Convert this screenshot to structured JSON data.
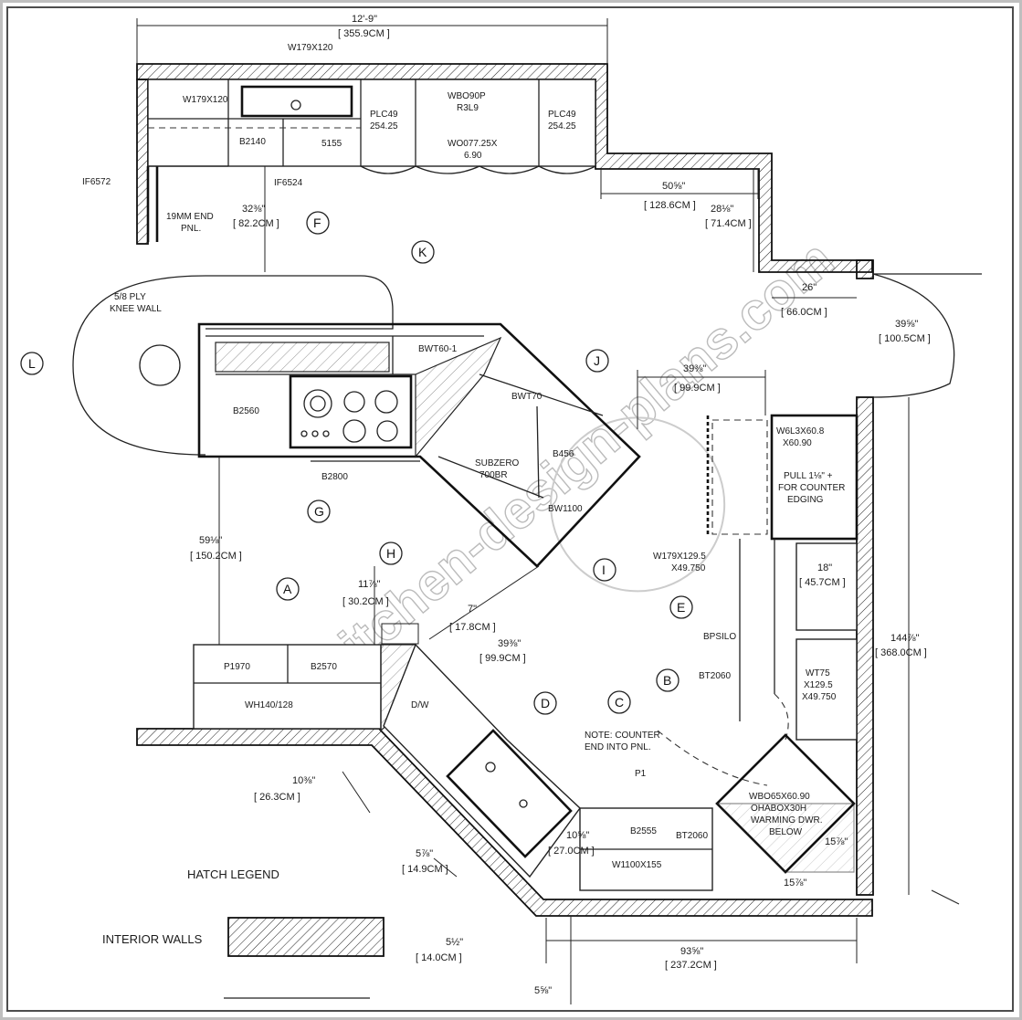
{
  "colors": {
    "line": "#222222",
    "border": "#4d4d4d",
    "watermark": "#bbbbbb"
  },
  "dimensions": {
    "top_total": "12'-9\"",
    "top_total_cm": "[ 355.9CM ]",
    "right_jog": "50⅝\"",
    "right_jog_cm": "[ 128.6CM ]",
    "right_depth": "28⅛\"",
    "right_depth_cm": "[ 71.4CM ]",
    "corner_26": "26\"",
    "corner_26_cm": "[ 66.0CM ]",
    "door_39": "39⅝\"",
    "door_39_cm": "[ 100.5CM ]",
    "left_aisle": "32⅜\"",
    "left_aisle_cm": "[ 82.2CM ]",
    "aisle_39": "39⅜\"",
    "aisle_39_cm": "[ 99.9CM ]",
    "island_width": "59⅛\"",
    "island_width_cm": "[ 150.2CM ]",
    "gap_11": "11⅞\"",
    "gap_11_cm": "[ 30.2CM ]",
    "seven": "7\"",
    "seven_cm": "[ 17.8CM ]",
    "diag_39": "39⅜\"",
    "diag_39_cm": "[ 99.9CM ]",
    "right_18": "18\"",
    "right_18_cm": "[ 45.7CM ]",
    "right_total": "144⅞\"",
    "right_total_cm": "[ 368.0CM ]",
    "bottom_10": "10⅜\"",
    "bottom_10_cm": "[ 26.3CM ]",
    "bottom_5": "5⅞\"",
    "bottom_5_cm": "[ 14.9CM ]",
    "small_10": "10⅝\"",
    "small_10_cm": "[ 27.0CM ]",
    "bottom_total": "93⅝\"",
    "bottom_total_cm": "[ 237.2CM ]",
    "five_half": "5½\"",
    "five_half_cm": "[ 14.0CM ]",
    "corner_15a": "15⅞\"",
    "corner_15b": "15⅞\"",
    "tiny": "5⅝\""
  },
  "cabinets": {
    "w_top": "W179X120",
    "w_top_2": "W179X120",
    "sink_base": "5155",
    "b2140": "B2140",
    "plc49_left": "PLC49\n254.25",
    "plc49_right": "PLC49\n254.25",
    "wbo": "WBO90P\nR3L9",
    "wo": "WO077.25X\n6.90",
    "filler_left": "IF6572",
    "filler_mid": "IF6524",
    "end_panel": "19MM END\nPNL.",
    "knee_wall": "5/8 PLY\nKNEE WALL",
    "bwt60": "BWT60-1",
    "b2560": "B2560",
    "bwt70": "BWT70",
    "subzero": "SUBZERO\n700BR",
    "b456": "B456",
    "bw1100": "BW1100",
    "b2800": "B2800",
    "wtall": "W6L3X60.8\nX60.90",
    "pull": "PULL 1⅛\" +\nFOR COUNTER\nEDGING",
    "w179b": "W179X129.5\nX49.750",
    "bpsilo": "BPSILO",
    "bt2060": "BT2060",
    "wt75": "WT75\nX129.5\nX49.750",
    "p1970": "P1970",
    "b2570": "B2570",
    "wh": "WH140/128",
    "dw": "D/W",
    "note": "NOTE: COUNTER\nEND INTO PNL.",
    "corner": "WBO65X60.90\nOHABOX30H\nWARMING DWR.\nBELOW",
    "b2555": "B2555",
    "bt2060b": "BT2060",
    "w1100": "W1100X155",
    "p1": "P1"
  },
  "tags": [
    "A",
    "B",
    "C",
    "D",
    "E",
    "F",
    "G",
    "H",
    "I",
    "J",
    "K",
    "L"
  ],
  "legend": {
    "title": "HATCH LEGEND",
    "interior_walls": "INTERIOR WALLS"
  },
  "watermark": "kitchen-design-plans.com"
}
